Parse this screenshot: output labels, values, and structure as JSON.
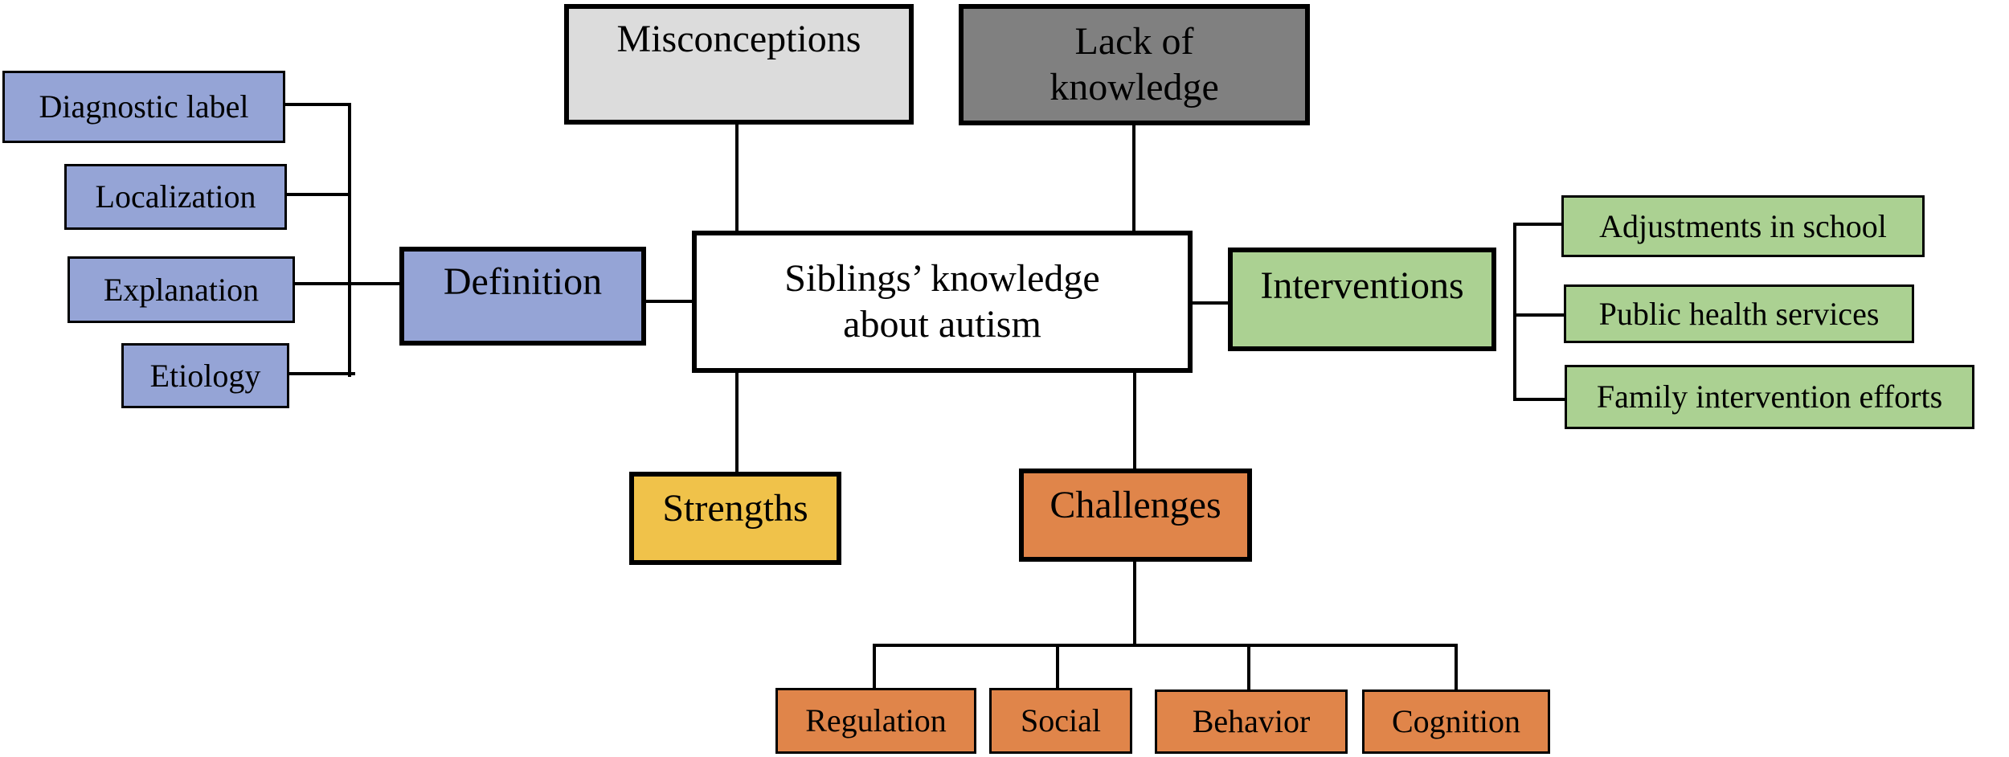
{
  "figure": {
    "type": "concept-map",
    "topic": "Siblings’ knowledge about autism"
  },
  "palette": {
    "background": "#FFFFFF",
    "line": "#000000",
    "text": "#000000",
    "blue": "#95A4D6",
    "green": "#ABD192",
    "yellow": "#F0C24A",
    "orange": "#E0854A",
    "gray_dark": "#808080",
    "gray_light": "#DCDCDC",
    "white": "#FFFFFF"
  },
  "nodes": {
    "center": {
      "lines": [
        "Siblings’ knowledge",
        "about autism"
      ]
    },
    "misconceptions": {
      "label": "Misconceptions"
    },
    "lack_of_knowledge": {
      "lines": [
        "Lack of",
        "knowledge"
      ]
    },
    "definition": {
      "label": "Definition"
    },
    "interventions": {
      "label": "Interventions"
    },
    "strengths": {
      "label": "Strengths"
    },
    "challenges": {
      "label": "Challenges"
    },
    "definition_children": [
      {
        "label": "Diagnostic label"
      },
      {
        "label": "Localization"
      },
      {
        "label": "Explanation"
      },
      {
        "label": "Etiology"
      }
    ],
    "interventions_children": [
      {
        "label": "Adjustments in school"
      },
      {
        "label": "Public health services"
      },
      {
        "label": "Family intervention efforts"
      }
    ],
    "challenges_children": [
      {
        "label": "Regulation"
      },
      {
        "label": "Social"
      },
      {
        "label": "Behavior"
      },
      {
        "label": "Cognition"
      }
    ]
  }
}
